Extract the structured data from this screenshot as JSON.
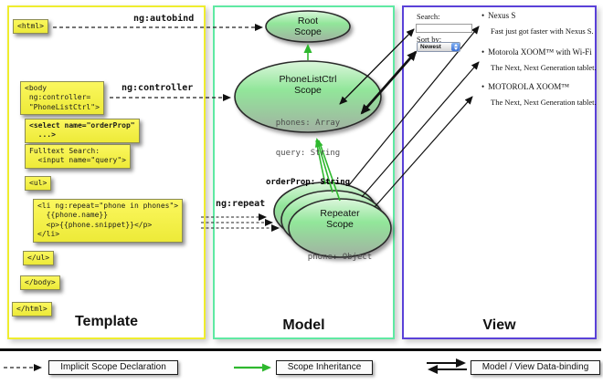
{
  "columns": {
    "template": {
      "title": "Template"
    },
    "model": {
      "title": "Model"
    },
    "view": {
      "title": "View"
    }
  },
  "template": {
    "boxes": {
      "html_open": "<html>",
      "body_open": "<body\n ng:controller=\n \"PhoneListCtrl\">",
      "select": "<select name=\"orderProp\"\n  ...>",
      "fulltext": "Fulltext Search:\n  <input name=\"query\">",
      "ul_open": "<ul>",
      "li": "<li ng:repeat=\"phone in phones\">\n  {{phone.name}}\n  <p>{{phone.snippet}}</p>\n</li>",
      "ul_close": "</ul>",
      "body_close": "</body>",
      "html_close": "</html>"
    },
    "labels": {
      "autobind": "ng:autobind",
      "controller": "ng:controller",
      "repeat": "ng:repeat"
    }
  },
  "model": {
    "root_scope": {
      "title": "Root\nScope"
    },
    "phonelist_scope": {
      "title": "PhoneListCtrl\nScope",
      "prop1": "phones: Array",
      "prop2": "query: String",
      "prop_bold": "orderProp: String"
    },
    "repeater_scope": {
      "title": "Repeater\nScope",
      "prop": "phone: Object"
    }
  },
  "view": {
    "bullet": "•",
    "search_label": "Search:",
    "search_value": "",
    "sort_label": "Sort by:",
    "sort_value": "Newest",
    "items": [
      {
        "title": "Nexus S",
        "desc": "Fast just got faster with Nexus S."
      },
      {
        "title": "Motorola XOOM™  with Wi-Fi",
        "desc": "The Next, Next Generation tablet."
      },
      {
        "title": "MOTOROLA XOOM™",
        "desc": "The Next, Next Generation tablet."
      }
    ]
  },
  "legend": {
    "implicit": "Implicit Scope Declaration",
    "inheritance": "Scope Inheritance",
    "databinding": "Model / View Data-binding"
  },
  "colors": {
    "template": "#efed2e",
    "model": "#5fe9a3",
    "view": "#5a41d8",
    "box": "#f7f44e",
    "scope": "#8ee696",
    "arrow_green": "#2eb82e"
  }
}
